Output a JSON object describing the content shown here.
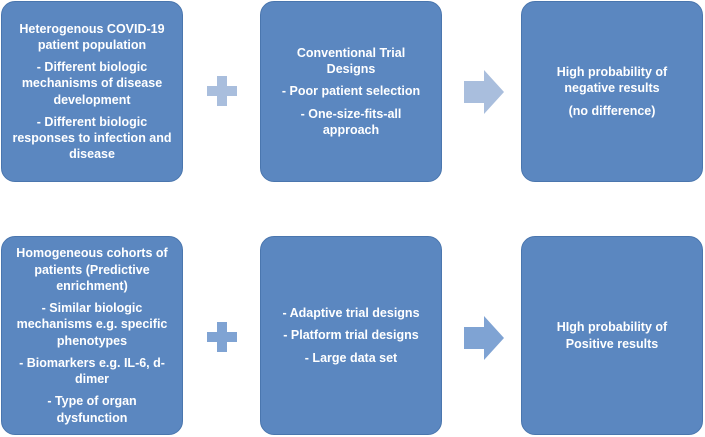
{
  "colors": {
    "box_fill": "#5B87C0",
    "box_border": "#4A76AE",
    "connector_top": "#A9BEDD",
    "connector_bottom": "#7FA3D3"
  },
  "top_row": {
    "box1": {
      "title": "Heterogenous COVID-19 patient population",
      "items": [
        "- Different biologic mechanisms of disease development",
        "- Different biologic responses to infection and disease"
      ]
    },
    "box2": {
      "title": "Conventional Trial Designs",
      "items": [
        "- Poor patient selection",
        "- One-size-fits-all approach"
      ]
    },
    "box3": {
      "lines": [
        "High probability of negative results",
        "(no difference)"
      ]
    }
  },
  "bottom_row": {
    "box1": {
      "title": "Homogeneous cohorts of patients  (Predictive enrichment)",
      "items": [
        "- Similar biologic mechanisms  e.g. specific phenotypes",
        "- Biomarkers e.g. IL-6, d-dimer",
        "- Type of organ dysfunction"
      ]
    },
    "box2": {
      "items": [
        "- Adaptive trial designs",
        "- Platform trial designs",
        "- Large data set"
      ]
    },
    "box3": {
      "lines": [
        "HIgh probability of Positive results"
      ]
    }
  },
  "connectors": {
    "plus_icon": "plus-icon",
    "arrow_icon": "arrow-right-icon"
  }
}
